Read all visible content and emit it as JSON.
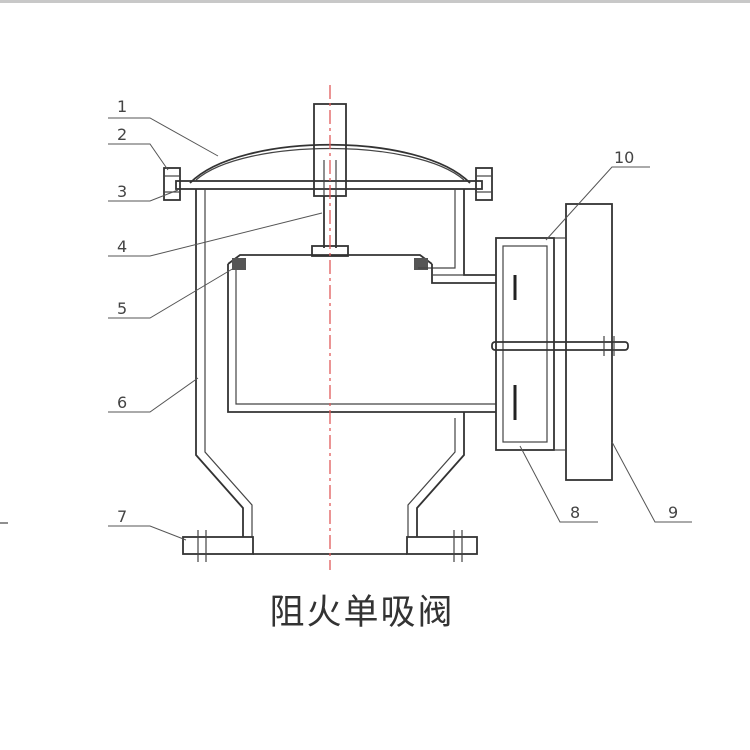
{
  "caption": "阻火单吸阀",
  "labels": [
    "1",
    "2",
    "3",
    "4",
    "5",
    "6",
    "7",
    "8",
    "9",
    "10"
  ],
  "colors": {
    "outline": "#333333",
    "centerline": "#e05a5a",
    "hatch": "#8a8a8a"
  }
}
